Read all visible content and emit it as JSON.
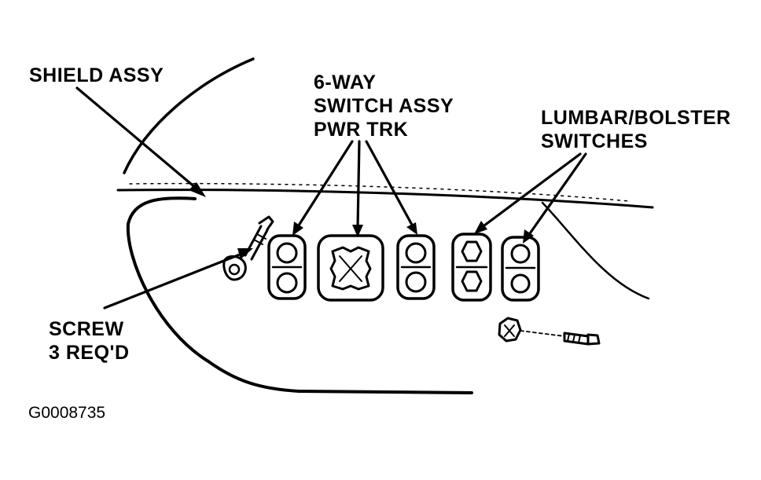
{
  "labels": {
    "shield": "SHIELD ASSY",
    "switch_line1": "6-WAY",
    "switch_line2": "SWITCH ASSY",
    "switch_line3": "PWR TRK",
    "lumbar_line1": "LUMBAR/BOLSTER",
    "lumbar_line2": "SWITCHES",
    "screw_line1": "SCREW",
    "screw_line2": "3 REQ'D"
  },
  "figure_id": "G0008735",
  "colors": {
    "ink": "#000000",
    "paper": "#ffffff"
  }
}
